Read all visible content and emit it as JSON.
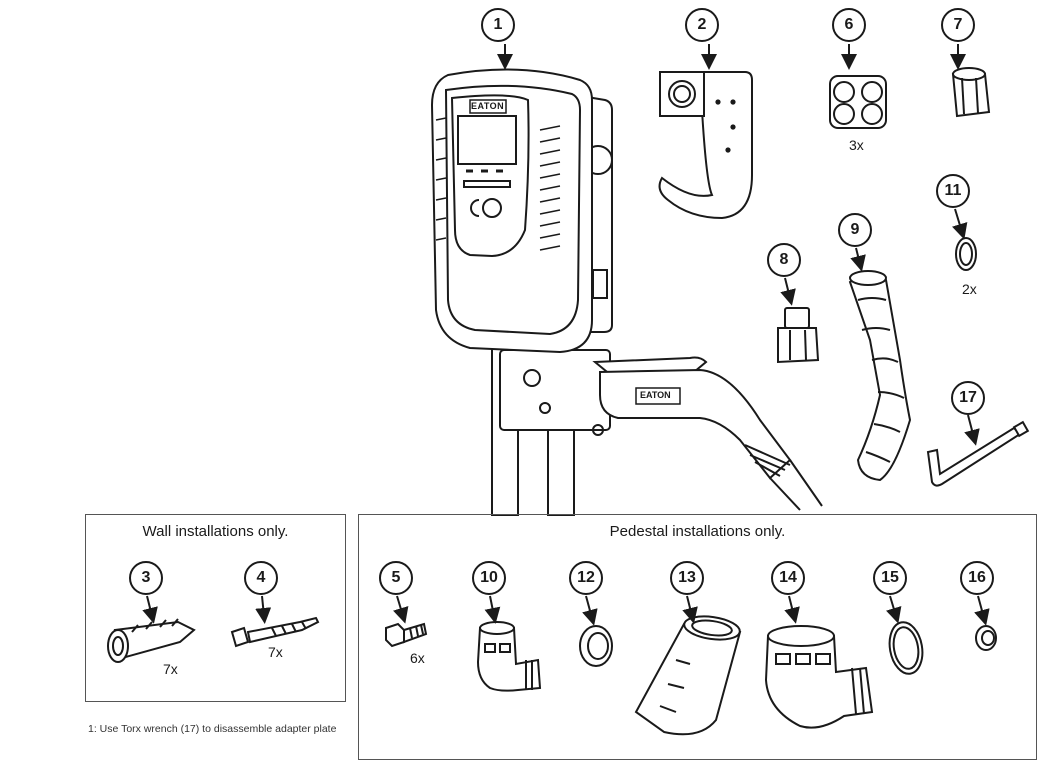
{
  "wall_box": {
    "title": "Wall installations only."
  },
  "pedestal_box": {
    "title": "Pedestal installations only."
  },
  "footnote": "1: Use Torx wrench (17) to disassemble adapter plate",
  "brand": "EATON",
  "callouts": {
    "c1": "1",
    "c2": "2",
    "c3": "3",
    "c4": "4",
    "c5": "5",
    "c6": "6",
    "c7": "7",
    "c8": "8",
    "c9": "9",
    "c10": "10",
    "c11": "11",
    "c12": "12",
    "c13": "13",
    "c14": "14",
    "c15": "15",
    "c16": "16",
    "c17": "17"
  },
  "quantities": {
    "q3": "7x",
    "q4": "7x",
    "q5": "6x",
    "q6": "3x",
    "q11": "2x"
  }
}
